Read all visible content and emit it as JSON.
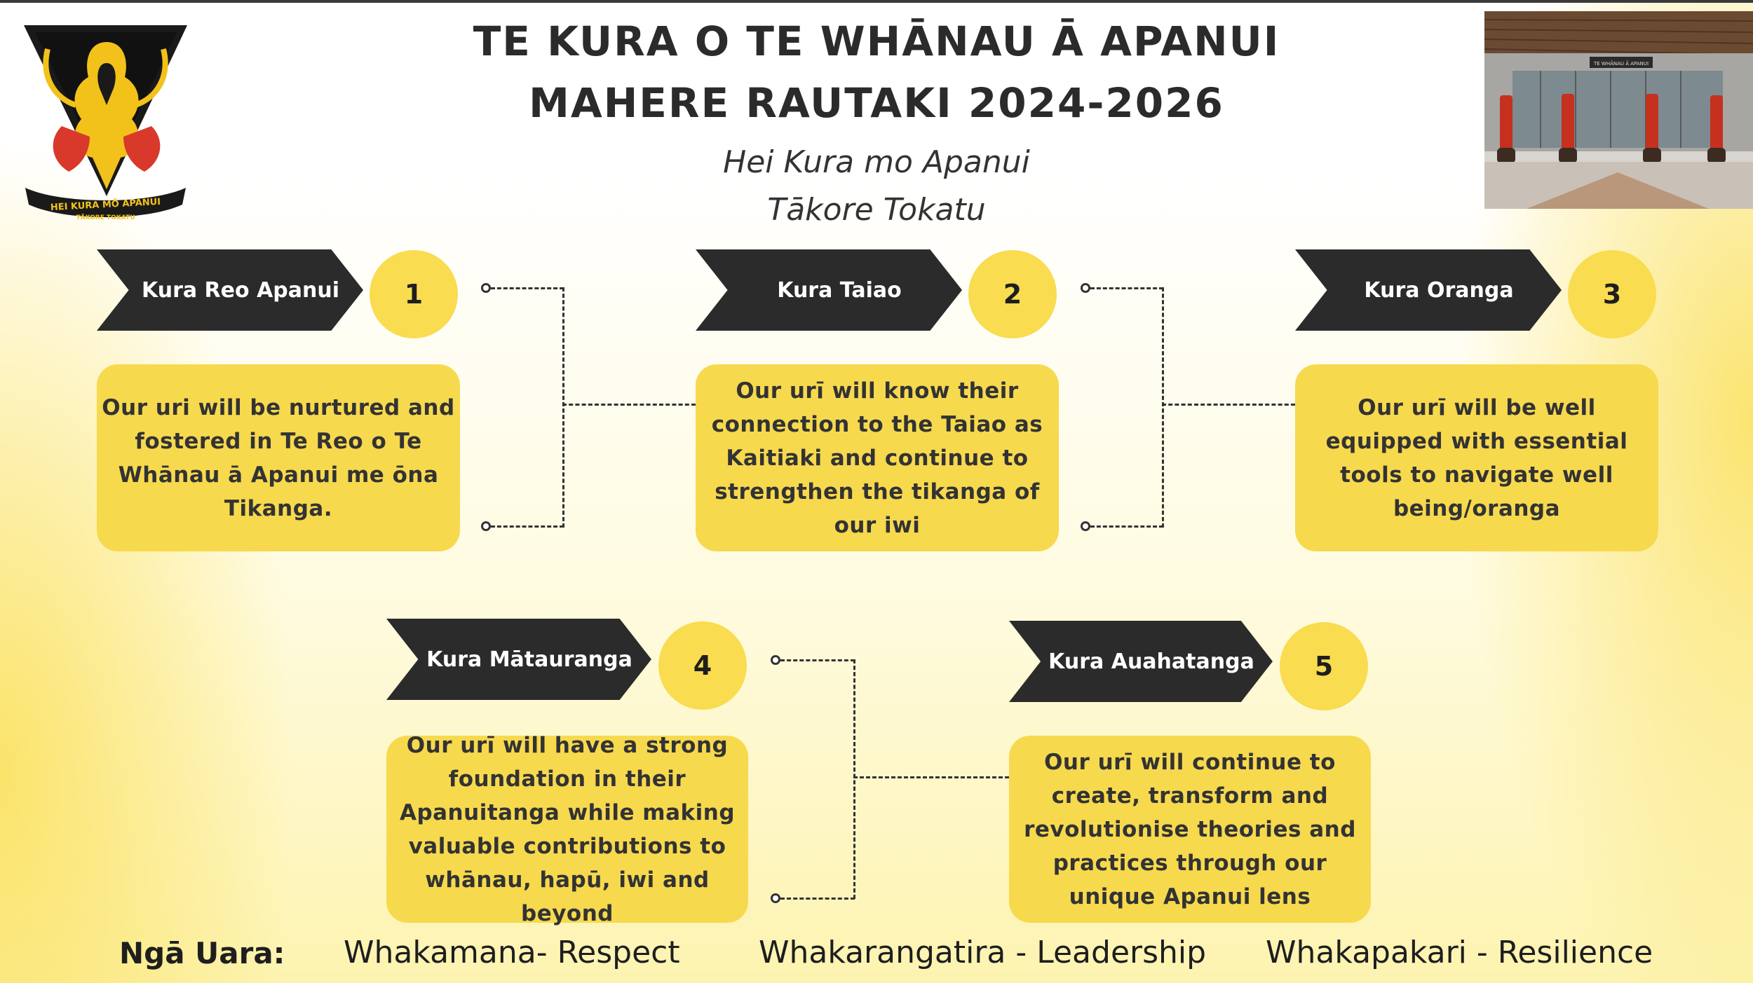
{
  "header": {
    "title_line1": "TE KURA O TE WHĀNAU Ā APANUI",
    "title_line2": "MAHERE RAUTAKI 2024-2026",
    "motto": "Hei Kura mo Apanui",
    "tagline": "Tākore Tokatu"
  },
  "logo": {
    "banner_text": "HEI KURA MŌ APANUI",
    "sub_text": "TĀKORE TOKATU"
  },
  "photo": {
    "sign_text": "TE WHĀNAU Ā APANUI"
  },
  "goals": [
    {
      "label": "Kura Reo Apanui",
      "number": "1",
      "text": "Our uri will be nurtured and fostered in Te Reo o Te Whānau ā Apanui me ōna Tikanga."
    },
    {
      "label": "Kura Taiao",
      "number": "2",
      "text": "Our urī will know their connection to the Taiao as Kaitiaki and continue to strengthen the tikanga of our iwi"
    },
    {
      "label": "Kura Oranga",
      "number": "3",
      "text": "Our urī will be well equipped with essential tools to navigate well being/oranga"
    },
    {
      "label": "Kura Mātauranga",
      "number": "4",
      "text": "Our urī will have a strong foundation in their Apanuitanga while making valuable contributions to whānau, hapū, iwi and beyond"
    },
    {
      "label": "Kura Auahatanga",
      "number": "5",
      "text": "Our urī will continue to create, transform and revolutionise theories and practices through our unique Apanui lens"
    }
  ],
  "values": {
    "label": "Ngā Uara:",
    "items": [
      "Whakamana- Respect",
      "Whakarangatira - Leadership",
      "Whakapakari - Resilience"
    ]
  },
  "colors": {
    "accent_yellow": "#f7d94e",
    "dark": "#2b2b2b",
    "logo_red": "#d8392b",
    "logo_gold": "#f2c21b"
  }
}
